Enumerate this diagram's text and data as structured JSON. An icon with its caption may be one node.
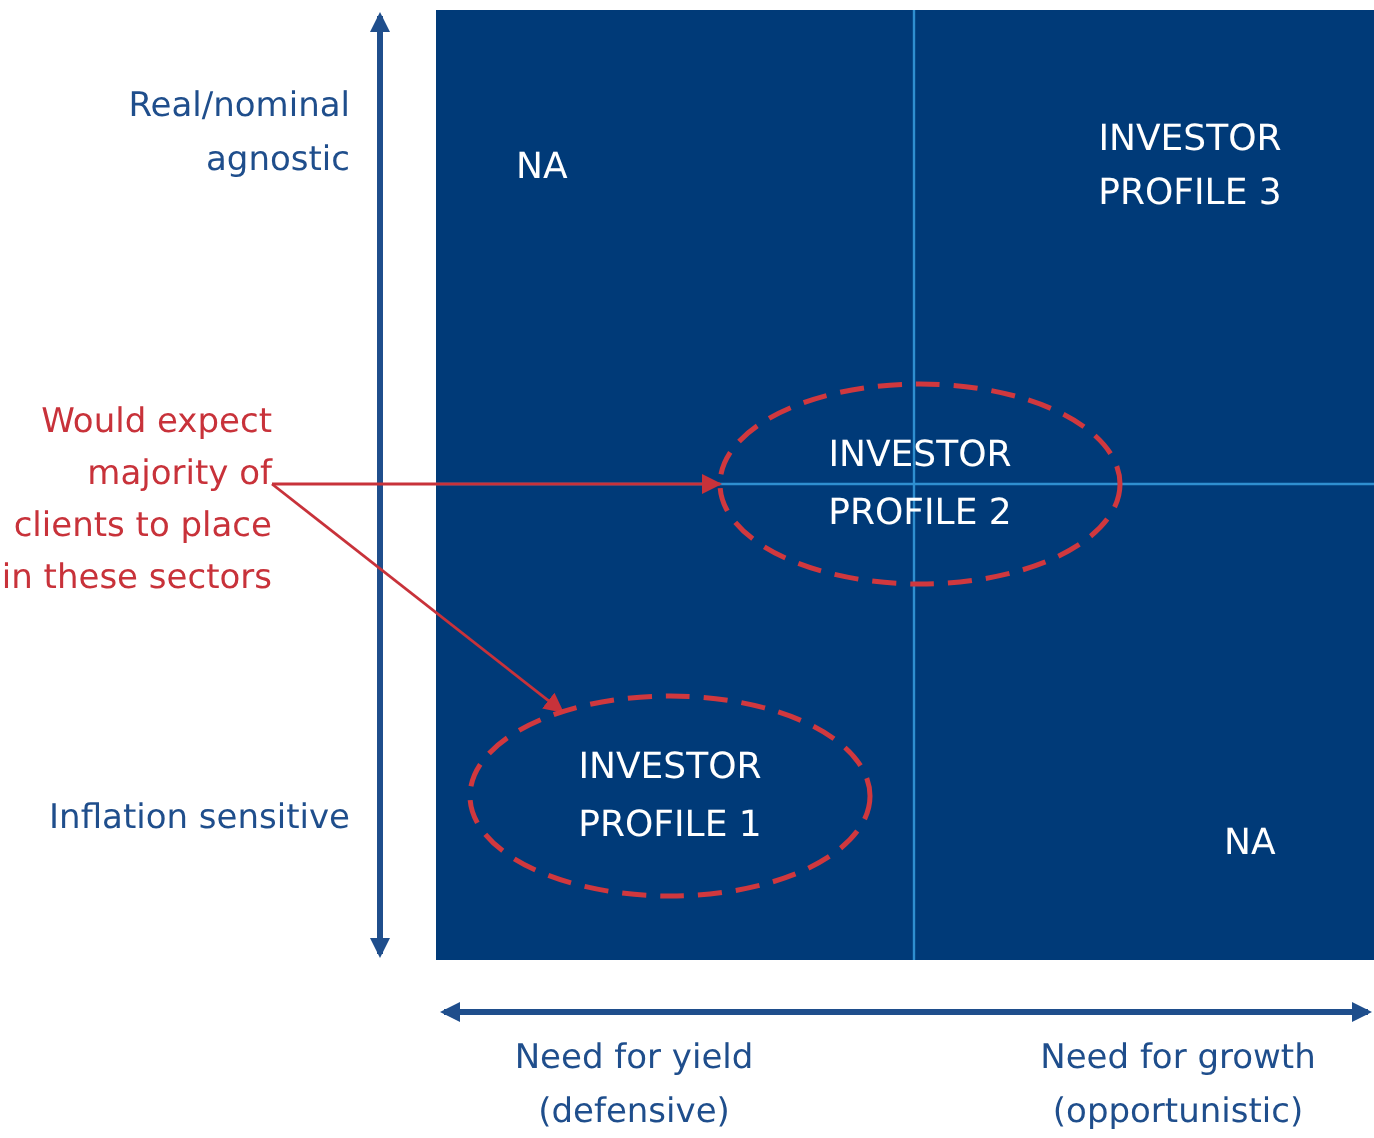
{
  "diagram": {
    "nodes": [
      {
        "text": [
          "Would expect majority of clients to place in these sectors"
        ]
      },
      {
        "text": [
          "INVESTOR PROFILE 2"
        ]
      },
      {
        "text": [
          "INVESTOR PROFILE 1"
        ]
      }
    ],
    "edges": [
      {
        "from": 0,
        "to": 1,
        "arrow": "to"
      },
      {
        "from": 0,
        "to": 2,
        "arrow": "to"
      }
    ],
    "labels": [
      "Real/nominal agnostic",
      "NA",
      "INVESTOR PROFILE 3",
      "Inflation sensitive",
      "NA",
      "Need for yield (defensive)",
      "Need for growth (opportunistic)"
    ]
  }
}
